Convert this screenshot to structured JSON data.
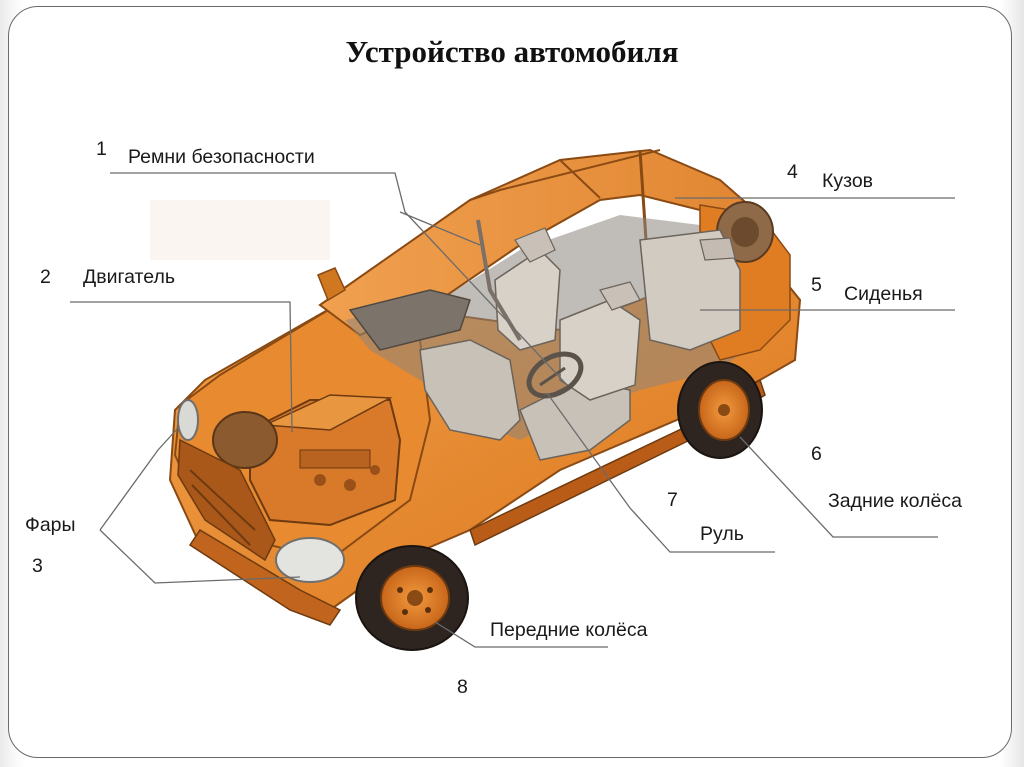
{
  "title": "Устройство автомобиля",
  "callouts": [
    {
      "id": "seatbelts",
      "number": "1",
      "label": "Ремни безопасности"
    },
    {
      "id": "engine",
      "number": "2",
      "label": "Двигатель"
    },
    {
      "id": "headlights",
      "number": "3",
      "label": "Фары"
    },
    {
      "id": "body",
      "number": "4",
      "label": "Кузов"
    },
    {
      "id": "seats",
      "number": "5",
      "label": "Сиденья"
    },
    {
      "id": "rear-wheels",
      "number": "6",
      "label": "Задние колёса"
    },
    {
      "id": "steering-wheel",
      "number": "7",
      "label": "Руль"
    },
    {
      "id": "front-wheels",
      "number": "8",
      "label": "Передние колёса"
    }
  ],
  "colors": {
    "car_body": "#e8892e",
    "car_dark": "#b85a12",
    "interior": "#c9c3bb",
    "tire": "#3a2b22",
    "leader_line": "#4a7fb0"
  }
}
